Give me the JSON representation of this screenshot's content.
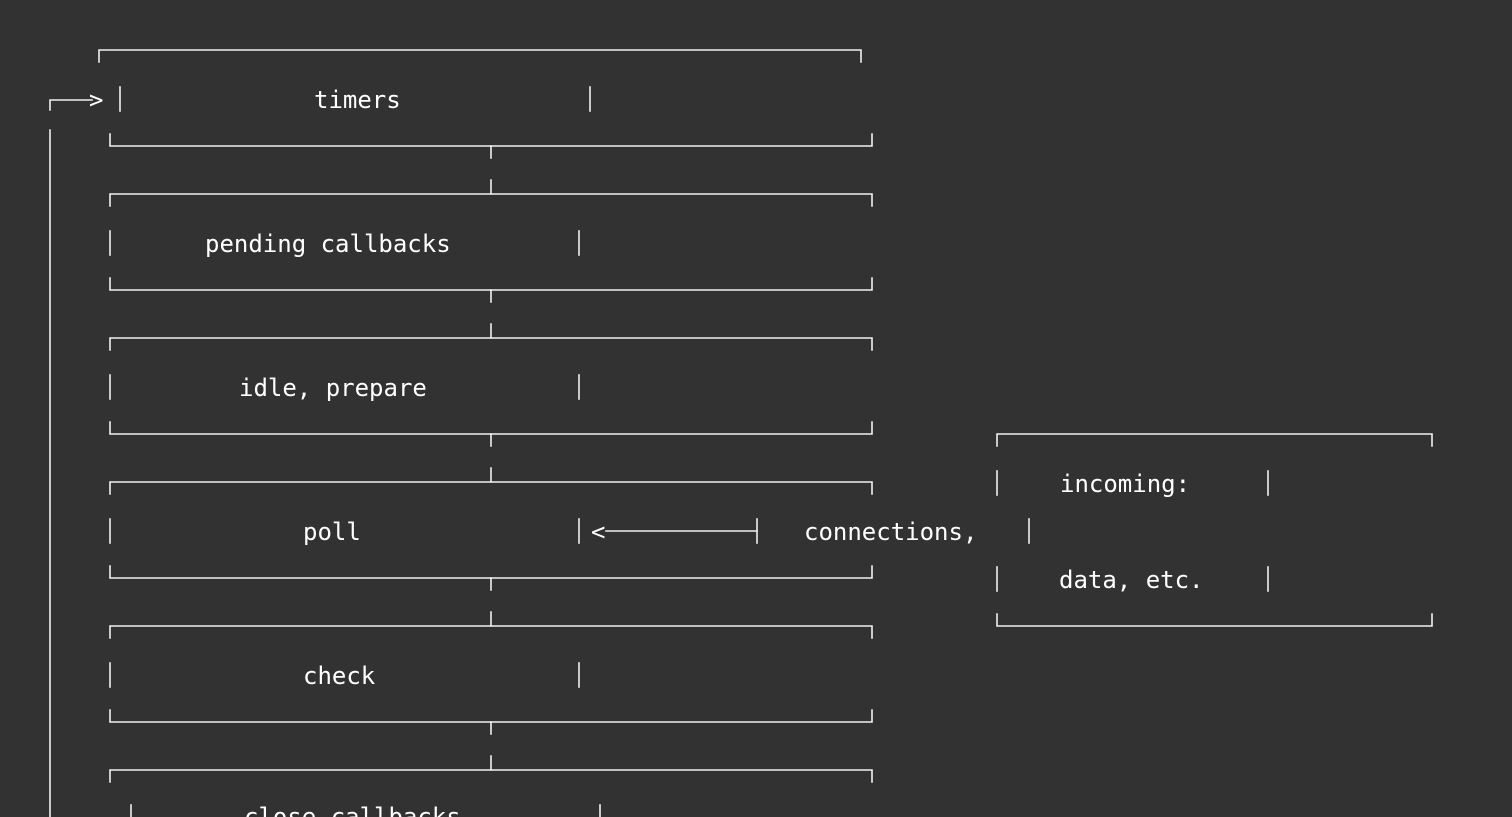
{
  "background_color": "#323232",
  "line_color": "#f0f0f0",
  "text_color": "#ffffff",
  "phases": [
    {
      "label": "timers"
    },
    {
      "label": "pending callbacks"
    },
    {
      "label": "idle, prepare"
    },
    {
      "label": "poll"
    },
    {
      "label": "check"
    },
    {
      "label": "close callbacks"
    }
  ],
  "arrow_heads": {
    "loop_entry": ">",
    "poll_input": "<"
  },
  "side_box": {
    "line1": "incoming:",
    "line2": "connections,",
    "line3": "data, etc."
  }
}
